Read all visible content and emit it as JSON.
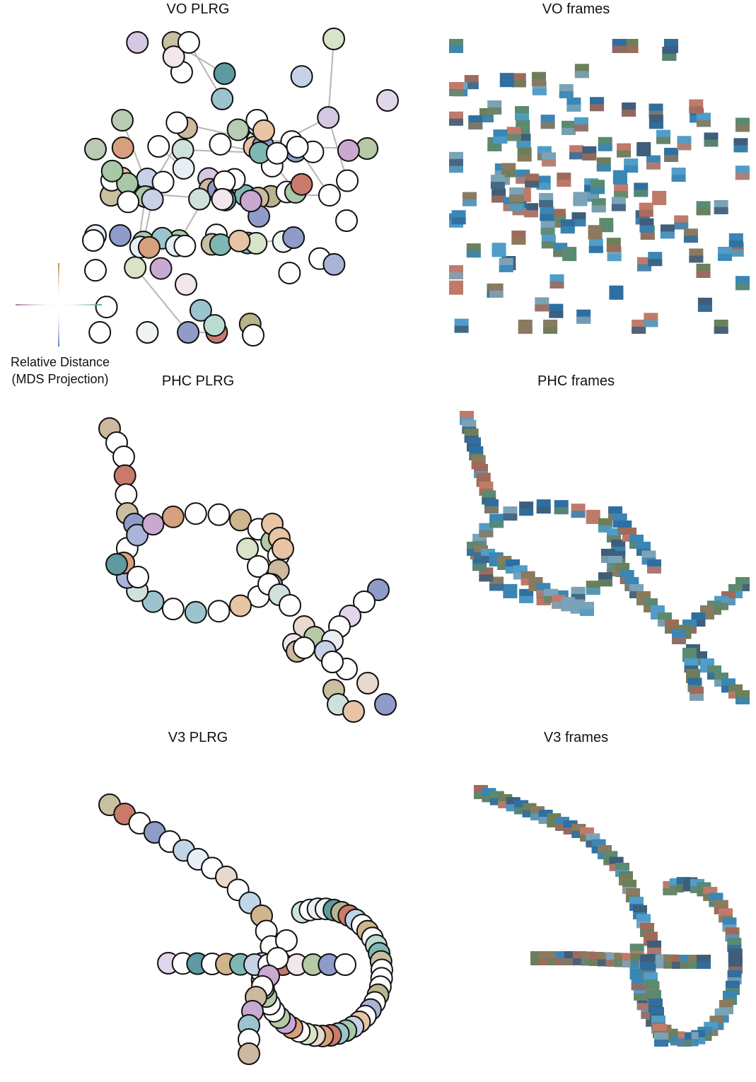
{
  "panels": [
    {
      "id": "vo-plrg",
      "title": "VO PLRG"
    },
    {
      "id": "vo-frames",
      "title": "VO frames"
    },
    {
      "id": "phc-plrg",
      "title": "PHC PLRG"
    },
    {
      "id": "phc-frames",
      "title": "PHC frames"
    },
    {
      "id": "v3-plrg",
      "title": "V3 PLRG"
    },
    {
      "id": "v3-frames",
      "title": "V3 frames"
    }
  ],
  "legend": {
    "line1": "Relative Distance",
    "line2": "(MDS Projection)",
    "colors": {
      "up": "#c0864a",
      "down": "#5b7fc4",
      "left": "#b07aa0",
      "right": "#5aa88c"
    }
  },
  "node_colors": [
    "#ffffff",
    "#b9dbd2",
    "#cfe1dc",
    "#e2d6ea",
    "#c9a9d1",
    "#d6c8e2",
    "#a9b4d8",
    "#8f9cc9",
    "#c0d6e6",
    "#9cc4cf",
    "#7fb8b2",
    "#5f9aa0",
    "#e6c4a4",
    "#d7a07e",
    "#c97a6a",
    "#cdb8a0",
    "#c9c0a0",
    "#b8b48c",
    "#d9e3c8",
    "#e7d9cd",
    "#f1e6ec",
    "#eef4f2",
    "#a8c8a8",
    "#b9ccb3",
    "#e8eef6",
    "#c7d2e9",
    "#b5c9a6",
    "#cfb48e"
  ],
  "frame_colors": [
    "#3a86b5",
    "#2f6fa0",
    "#4f9dc8",
    "#6b7f5a",
    "#8a7a5f",
    "#c07a6a",
    "#3e5e7a",
    "#7aa3b8",
    "#a06a5a",
    "#5a8a70"
  ]
}
